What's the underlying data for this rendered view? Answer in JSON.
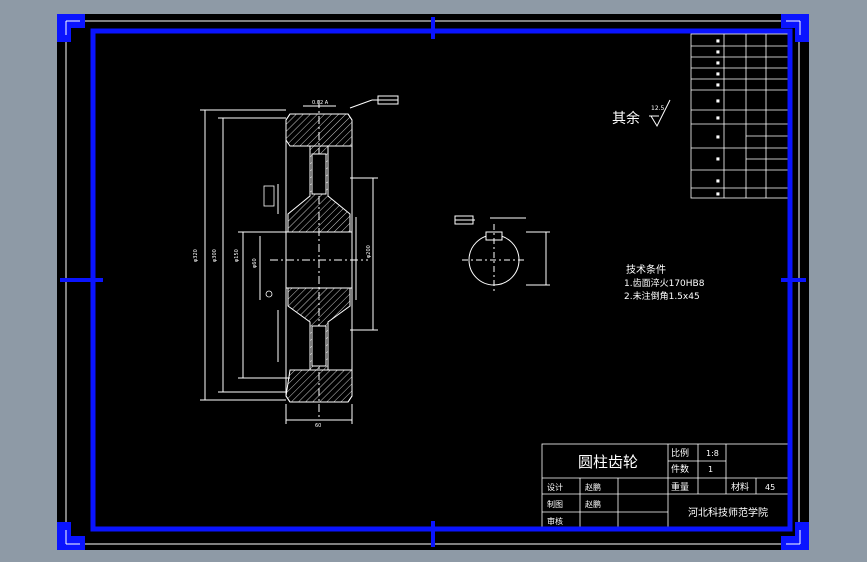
{
  "colors": {
    "background": "#8e9aa6",
    "sheet": "#000000",
    "frame": "#0a14ff",
    "line": "#ffffff"
  },
  "drawing": {
    "finish_note": {
      "label": "其余",
      "roughness": "12.5"
    },
    "tech_requirements": {
      "title": "技术条件",
      "items": [
        "1.齿面淬火170HB8",
        "2.未注倒角1.5x45"
      ]
    }
  },
  "title_block": {
    "part_name": "圆柱齿轮",
    "scale_label": "比例",
    "scale_value": "1:8",
    "qty_label": "件数",
    "qty_value": "1",
    "weight_label": "重量",
    "material_label": "材料",
    "material_value": "45",
    "designer_label": "设计",
    "designer_value": "赵鹏",
    "drafter_label": "制图",
    "drafter_value": "赵鹏",
    "reviewer_label": "审核",
    "school": "河北科技师范学院"
  }
}
